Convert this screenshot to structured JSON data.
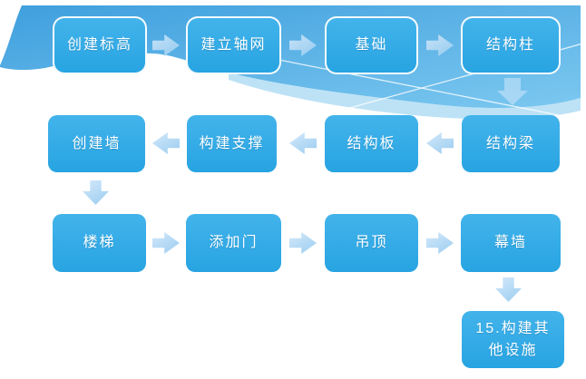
{
  "colors": {
    "box-fill": "#29a9e8",
    "box-text": "#ffffff",
    "arrow-fill": "#a5d2f2",
    "banner-top": "#3f9fdd",
    "banner-bottom": "#7cc8f0",
    "banner-band": "#a7d8f3",
    "page-background": "#ffffff"
  },
  "nodes": {
    "r1c1": "创建标高",
    "r1c2": "建立轴网",
    "r1c3": "基础",
    "r1c4": "结构柱",
    "r2c1": "创建墙",
    "r2c2": "构建支撑",
    "r2c3": "结构板",
    "r2c4": "结构梁",
    "r3c1": "楼梯",
    "r3c2": "添加门",
    "r3c3": "吊顶",
    "r3c4": "幕墙",
    "r4c4": "15.构建其他设施"
  },
  "flow": {
    "row1_direction": "right",
    "row2_direction": "left",
    "row3_direction": "right",
    "sequence": [
      "创建标高",
      "建立轴网",
      "基础",
      "结构柱",
      "结构梁",
      "结构板",
      "构建支撑",
      "创建墙",
      "楼梯",
      "添加门",
      "吊顶",
      "幕墙",
      "15.构建其他设施"
    ]
  }
}
